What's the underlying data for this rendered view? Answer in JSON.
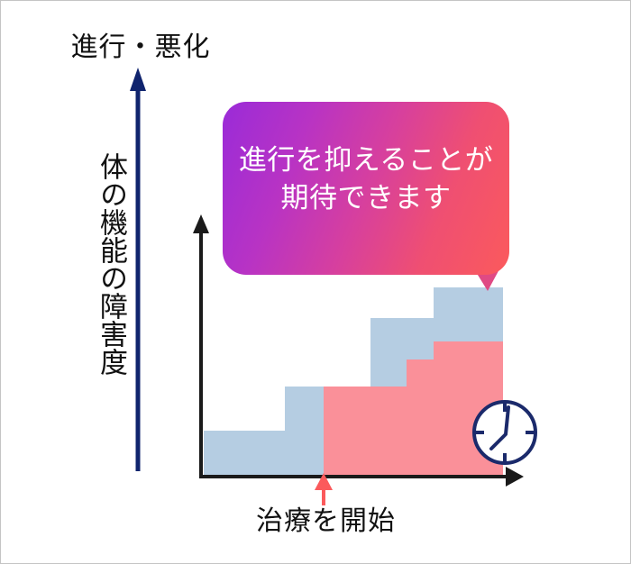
{
  "figure": {
    "title_top": "進行・悪化",
    "axis_label_vertical": "体の機能の障害度",
    "caption_bottom": "治療を開始",
    "bubble_text": "進行を抑えることが\n期待できます",
    "bubble_line1": "進行を抑えることが",
    "bubble_line2": "期待できます"
  },
  "icons": {
    "progression_arrow": "arrow-up-icon",
    "y_axis_arrow": "axis-arrow-up-icon",
    "x_axis_arrow": "axis-arrow-right-icon",
    "treatment_marker": "arrow-up-marker-icon",
    "clock": "clock-icon",
    "bubble_tail": "speech-tail-icon"
  },
  "colors": {
    "navy": "#10246e",
    "axis_black": "#1a1a1a",
    "untreated_blue": "#b5cde2",
    "treated_pink": "#fa9099",
    "marker_red": "#fb5a5c",
    "bubble_purple": "#9a2bd8",
    "bubble_magenta": "#c436b4",
    "bubble_coral": "#fb5a5c",
    "text_black": "#111111",
    "page_border": "#c4c4c4"
  },
  "chart_data": {
    "type": "area",
    "title": "進行・悪化",
    "xlabel": "",
    "ylabel": "体の機能の障害度",
    "grid": false,
    "legend": "none",
    "description": "Step chart comparing untreated disease progression (blue staircase) with treated progression (pink staircase) after treatment starts.",
    "axis": {
      "x_start": 225,
      "x_end": 580,
      "y_baseline": 528,
      "y_top": 237
    },
    "treatment_start_x": 358,
    "series": [
      {
        "name": "untreated",
        "color": "#b5cde2",
        "steps": [
          {
            "x0": 225,
            "x1": 315,
            "level": 1,
            "top_y": 477
          },
          {
            "x0": 315,
            "x1": 410,
            "level": 2,
            "top_y": 428
          },
          {
            "x0": 410,
            "x1": 480,
            "level": 3,
            "top_y": 352
          },
          {
            "x0": 480,
            "x1": 557,
            "level": 4,
            "top_y": 318
          }
        ]
      },
      {
        "name": "treated",
        "color": "#fa9099",
        "steps": [
          {
            "x0": 358,
            "x1": 450,
            "level": 1,
            "top_y": 428
          },
          {
            "x0": 450,
            "x1": 480,
            "level": 2,
            "top_y": 398
          },
          {
            "x0": 480,
            "x1": 557,
            "level": 3,
            "top_y": 378
          }
        ]
      }
    ],
    "annotations": [
      {
        "name": "treatment-start",
        "text": "治療を開始",
        "x": 358,
        "y": 528
      },
      {
        "name": "callout",
        "text": "進行を抑えることが期待できます",
        "x": 405,
        "y": 208
      },
      {
        "name": "progression-direction",
        "text": "進行・悪化",
        "x": 152,
        "y": 45
      }
    ]
  }
}
